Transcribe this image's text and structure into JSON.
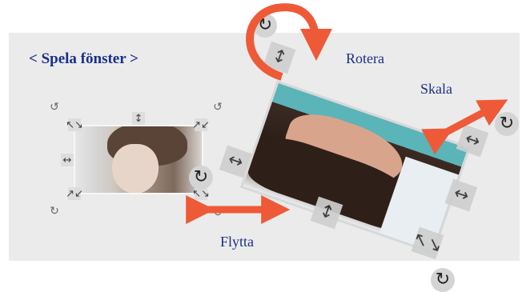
{
  "title": "< Spela fönster >",
  "labels": {
    "rotate": "Rotera",
    "scale": "Skala",
    "move": "Flytta"
  },
  "icons": {
    "resize_diag_a": "↖↘",
    "resize_diag_b": "↗↙",
    "resize_vertical": "↕",
    "resize_horizontal": "↔",
    "rotate_ccw": "↺",
    "rotate_cw": "↻"
  },
  "colors": {
    "panel": "#ebebeb",
    "text": "#1b2f8a",
    "arrow": "#ee5a37"
  }
}
